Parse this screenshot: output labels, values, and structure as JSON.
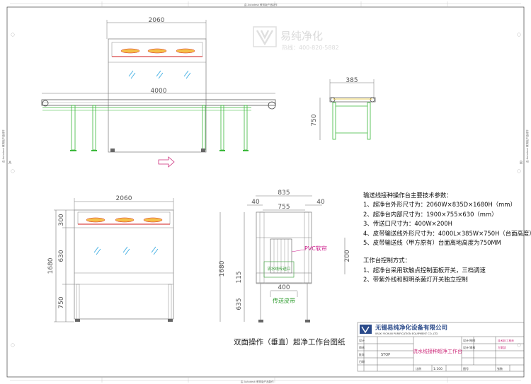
{
  "watermark": {
    "brand": "易纯净化",
    "phone": "热线：400-820-5882"
  },
  "sheet_notes": {
    "top": "由 Autodesk 教育版产品制作",
    "bottom": "由 Autodesk 教育版产品制作",
    "left": "由 Autodesk 教育版产品制作",
    "right": "由 Autodesk 教育版产品制作"
  },
  "grid_letters": {
    "a": "A",
    "b": "B"
  },
  "top_view": {
    "width_dim": "2060",
    "conveyor_dim": "4000",
    "side_width_dim": "385",
    "side_height_dim": "750"
  },
  "front_view": {
    "width_dim": "2060",
    "h_total": "1680",
    "h_300": "300",
    "h_630": "630",
    "h_750": "750"
  },
  "side_view": {
    "w_835": "835",
    "w_40_left": "40",
    "w_40_right": "40",
    "w_755": "755",
    "h_1680": "1680",
    "h_115": "115",
    "h_635": "635",
    "h_200": "200",
    "w_400": "400",
    "pvc_label": "PVC软帘",
    "port_label": "流水线传送口",
    "belt_label": "传送皮带"
  },
  "spec": {
    "title": "输送线接种操作台主要技术参数：",
    "items": [
      "1、超净台外形尺寸为：2060W×835D×1680H（mm）",
      "2、超净台内部尺寸为：1900×755×630（mm）",
      "3、传送口尺寸为：400W×200H",
      "4、皮带输送线外形尺寸为：4000L×385W×750H（台面高度）",
      "5、皮带输送线（甲方原有）台面离地高度为750MM"
    ],
    "control_title": "工作台控制方式：",
    "control_items": [
      "1、超净台采用软触点控制面板开关，三档调速",
      "2、带紫外线和照明杀菌灯开关独立控制"
    ]
  },
  "diagram_title": "双面操作（垂直）超净工作台图纸",
  "title_block": {
    "company": "无锡易纯净化设备有限公司",
    "company_en": "WUXI YICHUN PURIFICATION EQUIPMENT CO.,LTD",
    "drawing_name": "流水线接种超净工作台",
    "stop_label": "STOP",
    "scale": "1:100",
    "label_design": "设计",
    "label_check": "审核",
    "label_approve": "批准",
    "label_date": "日期",
    "label_designer": "设计/绘图",
    "label_checker": "设计/审核",
    "value_designer": "技术部/工程师",
    "value_checker": "方案部",
    "label_scale": "比例",
    "label_sheet": "张数",
    "label_no": "图号"
  },
  "colors": {
    "frame": "#7a7a7a",
    "legs": "#3ab83a",
    "heppa": "#d11a1a",
    "glass": "#2da6e0",
    "dim": "#7a7a7a",
    "text_green": "#2a9a2a",
    "text_magenta": "#cc1a8a",
    "arrow": "#cc2b7a"
  }
}
